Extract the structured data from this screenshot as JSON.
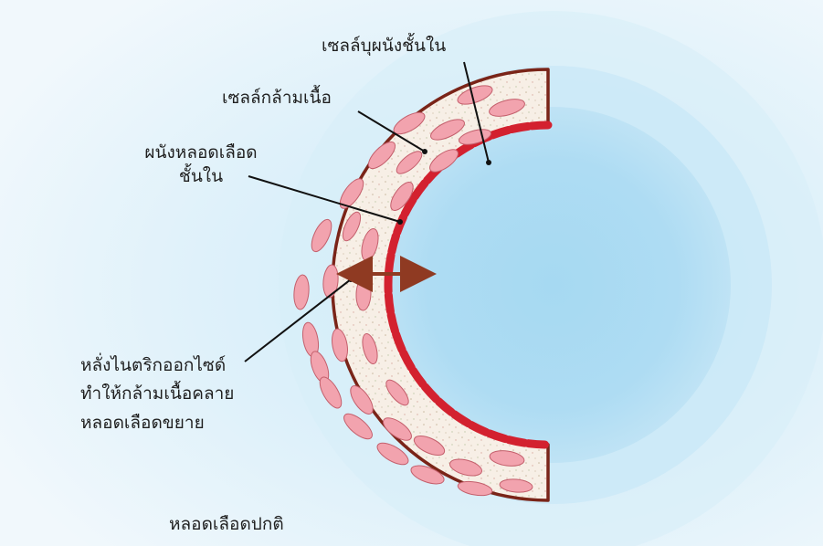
{
  "labels": {
    "endothelial": "เซลล์บุผนังชั้นใน",
    "muscle": "เซลล์กล้ามเนื้อ",
    "inner_wall_line1": "ผนังหลอดเลือด",
    "inner_wall_line2": "ชั้นใน",
    "no_line1": "หลั่งไนตริกออกไซด์",
    "no_line2": "ทำให้กล้ามเนื้อคลาย",
    "no_line3": "หลอดเลือดขยาย",
    "caption": "หลอดเลือดปกติ"
  },
  "colors": {
    "background": "#e9f4fb",
    "lumen": "#a9dbf3",
    "wall_outline": "#7a2418",
    "wall_fill": "#f7efe6",
    "muscle_cell": "#f2a3ae",
    "endothelium": "#d3212f",
    "arrow": "#8f3a22"
  },
  "icons": [
    "double-arrow-icon"
  ]
}
